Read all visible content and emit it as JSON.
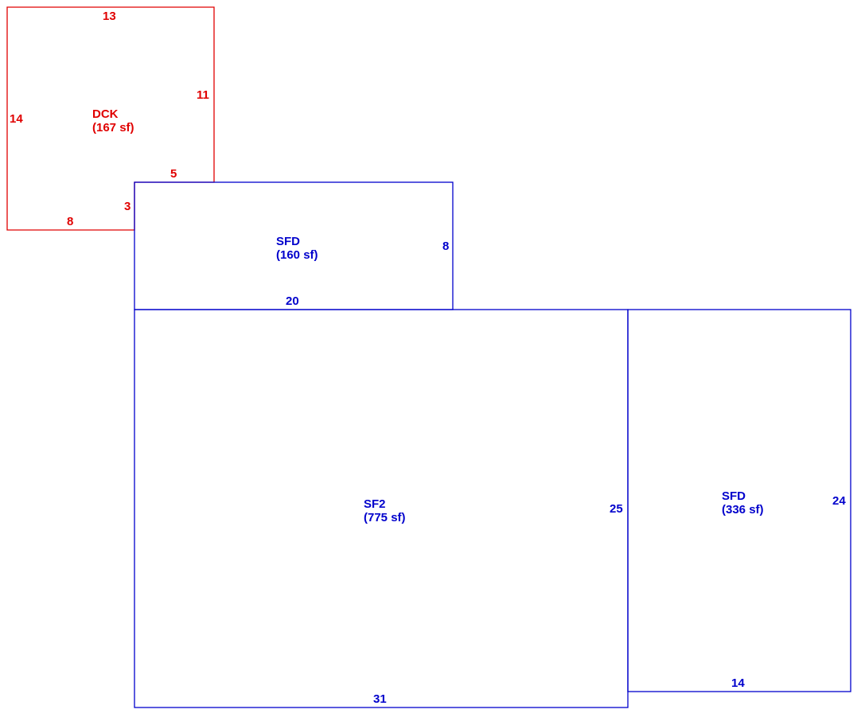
{
  "areas": [
    {
      "id": "dck",
      "name": "DCK",
      "area": "(167 sf)",
      "color": "#e00000",
      "dimensions": [
        "13",
        "11",
        "5",
        "3",
        "8",
        "14"
      ]
    },
    {
      "id": "sfd-small",
      "name": "SFD",
      "area": "(160 sf)",
      "color": "#0000cc",
      "dimensions": [
        "8",
        "20"
      ]
    },
    {
      "id": "sf2",
      "name": "SF2",
      "area": "(775 sf)",
      "color": "#0000cc",
      "dimensions": [
        "25",
        "31"
      ]
    },
    {
      "id": "sfd-large",
      "name": "SFD",
      "area": "(336 sf)",
      "color": "#0000cc",
      "dimensions": [
        "24",
        "14"
      ]
    }
  ]
}
